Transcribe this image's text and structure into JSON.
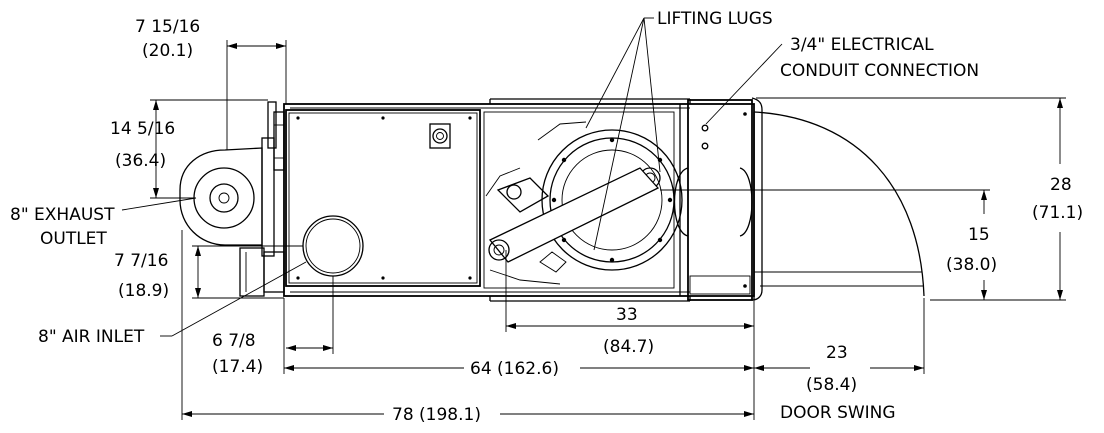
{
  "callouts": {
    "lifting_lugs": "LIFTING LUGS",
    "electrical_line1": "3/4\" ELECTRICAL",
    "electrical_line2": "CONDUIT CONNECTION",
    "exhaust_line1": "8\" EXHAUST",
    "exhaust_line2": "OUTLET",
    "air_inlet": "8\" AIR INLET",
    "door_swing": "DOOR SWING"
  },
  "dimensions": {
    "exhaust_offset": {
      "imperial": "7 15/16",
      "metric": "(20.1)"
    },
    "exhaust_height": {
      "imperial": "14 5/16",
      "metric": "(36.4)"
    },
    "inlet_height": {
      "imperial": "7 7/16",
      "metric": "(18.9)"
    },
    "inlet_offset": {
      "imperial": "6 7/8",
      "metric": "(17.4)"
    },
    "overall_width": {
      "text": "64 (162.6)"
    },
    "overall_total": {
      "text": "78 (198.1)"
    },
    "rotor_offset": {
      "imperial": "33",
      "metric": "(84.7)"
    },
    "door_swing": {
      "imperial": "23",
      "metric": "(58.4)"
    },
    "overall_depth": {
      "imperial": "28",
      "metric": "(71.1)"
    },
    "center_height": {
      "imperial": "15",
      "metric": "(38.0)"
    }
  }
}
